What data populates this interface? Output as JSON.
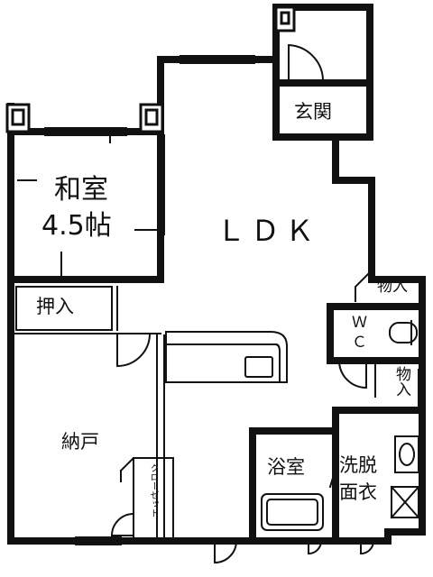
{
  "rooms": {
    "washitsu": "和室",
    "washitsu_size": "4.5帖",
    "ldk": "ＬＤＫ",
    "genkan": "玄関",
    "oshiire": "押入",
    "nando": "納戸",
    "closet": "クローゼット",
    "storage_top": "物入",
    "storage_mid": "物入",
    "wc_line1": "Ｗ",
    "wc_line2": "Ｃ",
    "bath": "浴室",
    "washroom_line1": "洗脱",
    "washroom_line2": "面衣"
  },
  "colors": {
    "wall": "#111111",
    "paper": "#ffffff"
  }
}
